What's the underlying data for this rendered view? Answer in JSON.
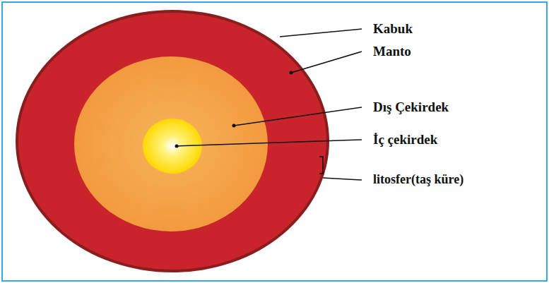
{
  "diagram": {
    "labels": [
      "Kabuk",
      "Manto",
      "Dış Çekirdek",
      "İç çekirdek",
      "litosfer(taş küre)"
    ]
  }
}
